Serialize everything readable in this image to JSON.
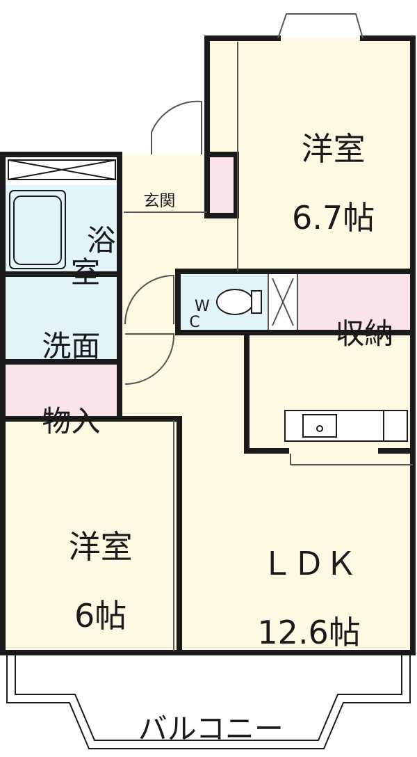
{
  "rooms": {
    "western_room_top": {
      "type": "洋室",
      "size": "6.7帖"
    },
    "entrance": {
      "label": "玄関"
    },
    "bath": {
      "label": "浴\n室"
    },
    "washroom": {
      "label": "洗面"
    },
    "toilet": {
      "label": "W\nC"
    },
    "storage": {
      "label": "収納"
    },
    "closet": {
      "label": "物入"
    },
    "western_room_bottom": {
      "type": "洋室",
      "size": "6帖"
    },
    "ldk": {
      "type": "ＬＤＫ",
      "size": "12.6帖"
    },
    "balcony": {
      "label": "バルコニー"
    }
  },
  "colors": {
    "room_fill": "#fdf9e3",
    "bath_fill": "#e0f4fa",
    "storage_fill": "#fbe3ec",
    "wall": "#1a1a1a",
    "thin_line": "#555555"
  }
}
